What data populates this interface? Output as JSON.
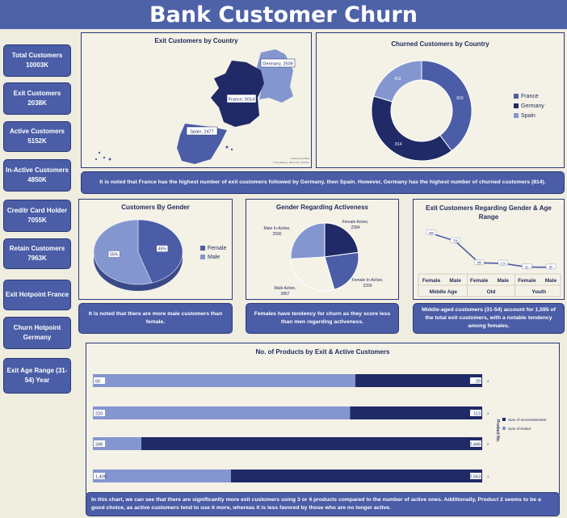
{
  "title": "Bank Customer Churn",
  "kpis": [
    {
      "label": "Total Customers",
      "value": "10003K"
    },
    {
      "label": "Exit Customers",
      "value": "2038K"
    },
    {
      "label": "Active Customers",
      "value": "5152K"
    },
    {
      "label": "In-Active Customers",
      "value": "4850K"
    },
    {
      "label": "Creditr Card Holder",
      "value": "7055K"
    },
    {
      "label": "Retain Customers",
      "value": "7963K"
    },
    {
      "label": "Exit Hotpoint France",
      "value": ""
    },
    {
      "label": "Churn Hotpoint Germany",
      "value": ""
    },
    {
      "label": "Exit Age Range (31-54) Year",
      "value": ""
    }
  ],
  "colors": {
    "dark": "#1f2a66",
    "mid": "#4a5da6",
    "light": "#8496cf",
    "pale": "#f4f1e6"
  },
  "map": {
    "title": "Exit Customers by Country",
    "labels": {
      "france": "France, 5014",
      "germany": "Germany, 2509",
      "spain": "Spain, 2477"
    },
    "credit": "Powered by Bing",
    "credit2": "© GeoNames, Microsoft, TomTom"
  },
  "notes": {
    "country": "It is noted that France has the highest number of exit customers followed by Germany, then Spain. However, Germany has the highest number of churned customers (814).",
    "gender": "It is noted that there are more male customers than female.",
    "activeness": "Females have tendency for churn as they score less than men regarding activeness.",
    "age": "Middle-aged customers (31-54) account for 1,595 of the total exit customers, with a notable tendency among females.",
    "products": "In this chart, we can see that there are significantly more exit customers using 3 or 4 products compared to the number of active ones. Additionally, Product 2 seems to be a good choice, as active customers tend to use it more, whereas it is less favored by those who are no longer active."
  },
  "chart_data": [
    {
      "type": "pie",
      "title": "Churned Customers by Country",
      "categories": [
        "France",
        "Germany",
        "Spain"
      ],
      "values": [
        810,
        814,
        413
      ],
      "colors": [
        "#4a5da6",
        "#1f2a66",
        "#8496cf"
      ]
    },
    {
      "type": "pie",
      "title": "Customers By Gender",
      "categories": [
        "Female",
        "Male"
      ],
      "values": [
        45,
        55
      ],
      "data_labels": [
        "45%",
        "55%"
      ],
      "colors": [
        "#4a5da6",
        "#8496cf"
      ]
    },
    {
      "type": "pie",
      "title": "Gender Regarding  Activeness",
      "categories": [
        "Female Active",
        "Female In-Active",
        "Male Active",
        "Male In-Active"
      ],
      "values": [
        2284,
        2259,
        2867,
        2590
      ],
      "data_labels": [
        "Female Active, 2284",
        "Female In-Active, 2259",
        "Male Active, 2867",
        "Male In-Active, 2590"
      ],
      "colors": [
        "#1f2a66",
        "#4a5da6",
        "#f4f1e6",
        "#8496cf"
      ]
    },
    {
      "type": "line",
      "title": "Exit Customers Regarding Gender & Age Range",
      "categories": [
        {
          "gender": "Female",
          "age": "Middle Age"
        },
        {
          "gender": "Male",
          "age": "Middle Age"
        },
        {
          "gender": "Female",
          "age": "Old"
        },
        {
          "gender": "Male",
          "age": "Old"
        },
        {
          "gender": "Female",
          "age": "Youth"
        },
        {
          "gender": "Male",
          "age": "Youth"
        }
      ],
      "groups": [
        "Middle Age",
        "Old",
        "Youth"
      ],
      "genders": [
        "Female",
        "Male",
        "Female",
        "Male",
        "Female",
        "Male"
      ],
      "values": [
        889,
        706,
        186,
        174,
        87,
        80
      ],
      "ylim": [
        0,
        1000
      ]
    },
    {
      "type": "bar",
      "title": "No. of Products by Exit & Active Customers",
      "categories": [
        "4",
        "3",
        "2",
        "1"
      ],
      "series": [
        {
          "name": "Sum of Exited",
          "values": [
            60,
            220,
            348,
            1409
          ],
          "color": "#8496cf"
        },
        {
          "name": "Sum of IsActiveMember",
          "values": [
            29,
            113,
            2446,
            2563
          ],
          "color": "#1f2a66"
        }
      ],
      "data_labels_exited": [
        "60",
        "220",
        "348",
        "1,409"
      ],
      "data_labels_active": [
        "29",
        "113",
        "2,446",
        "2,563"
      ],
      "axis_label": "Product No.",
      "stacked": "percent"
    }
  ]
}
